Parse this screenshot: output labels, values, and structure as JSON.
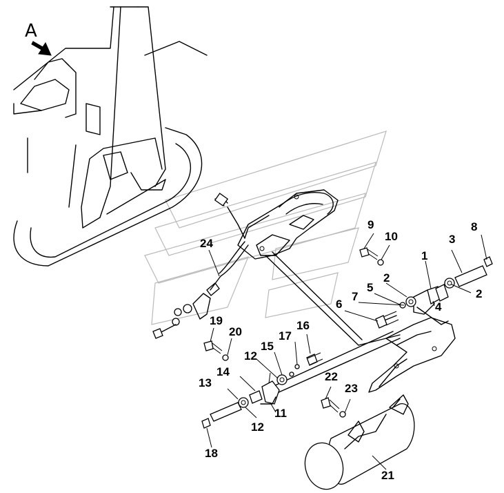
{
  "view_label": "A",
  "part_labels": {
    "p1": "1",
    "p2a": "2",
    "p2b": "2",
    "p3": "3",
    "p4": "4",
    "p5": "5",
    "p6": "6",
    "p7": "7",
    "p8": "8",
    "p9": "9",
    "p10": "10",
    "p11": "11",
    "p12a": "12",
    "p12b": "12",
    "p13": "13",
    "p14": "14",
    "p15": "15",
    "p16": "16",
    "p17": "17",
    "p18": "18",
    "p19": "19",
    "p20": "20",
    "p21": "21",
    "p22": "22",
    "p23": "23",
    "p24": "24"
  },
  "icons": {
    "watermark": "stylized-logo-watermark",
    "view_arrow": "view-direction-arrow"
  }
}
